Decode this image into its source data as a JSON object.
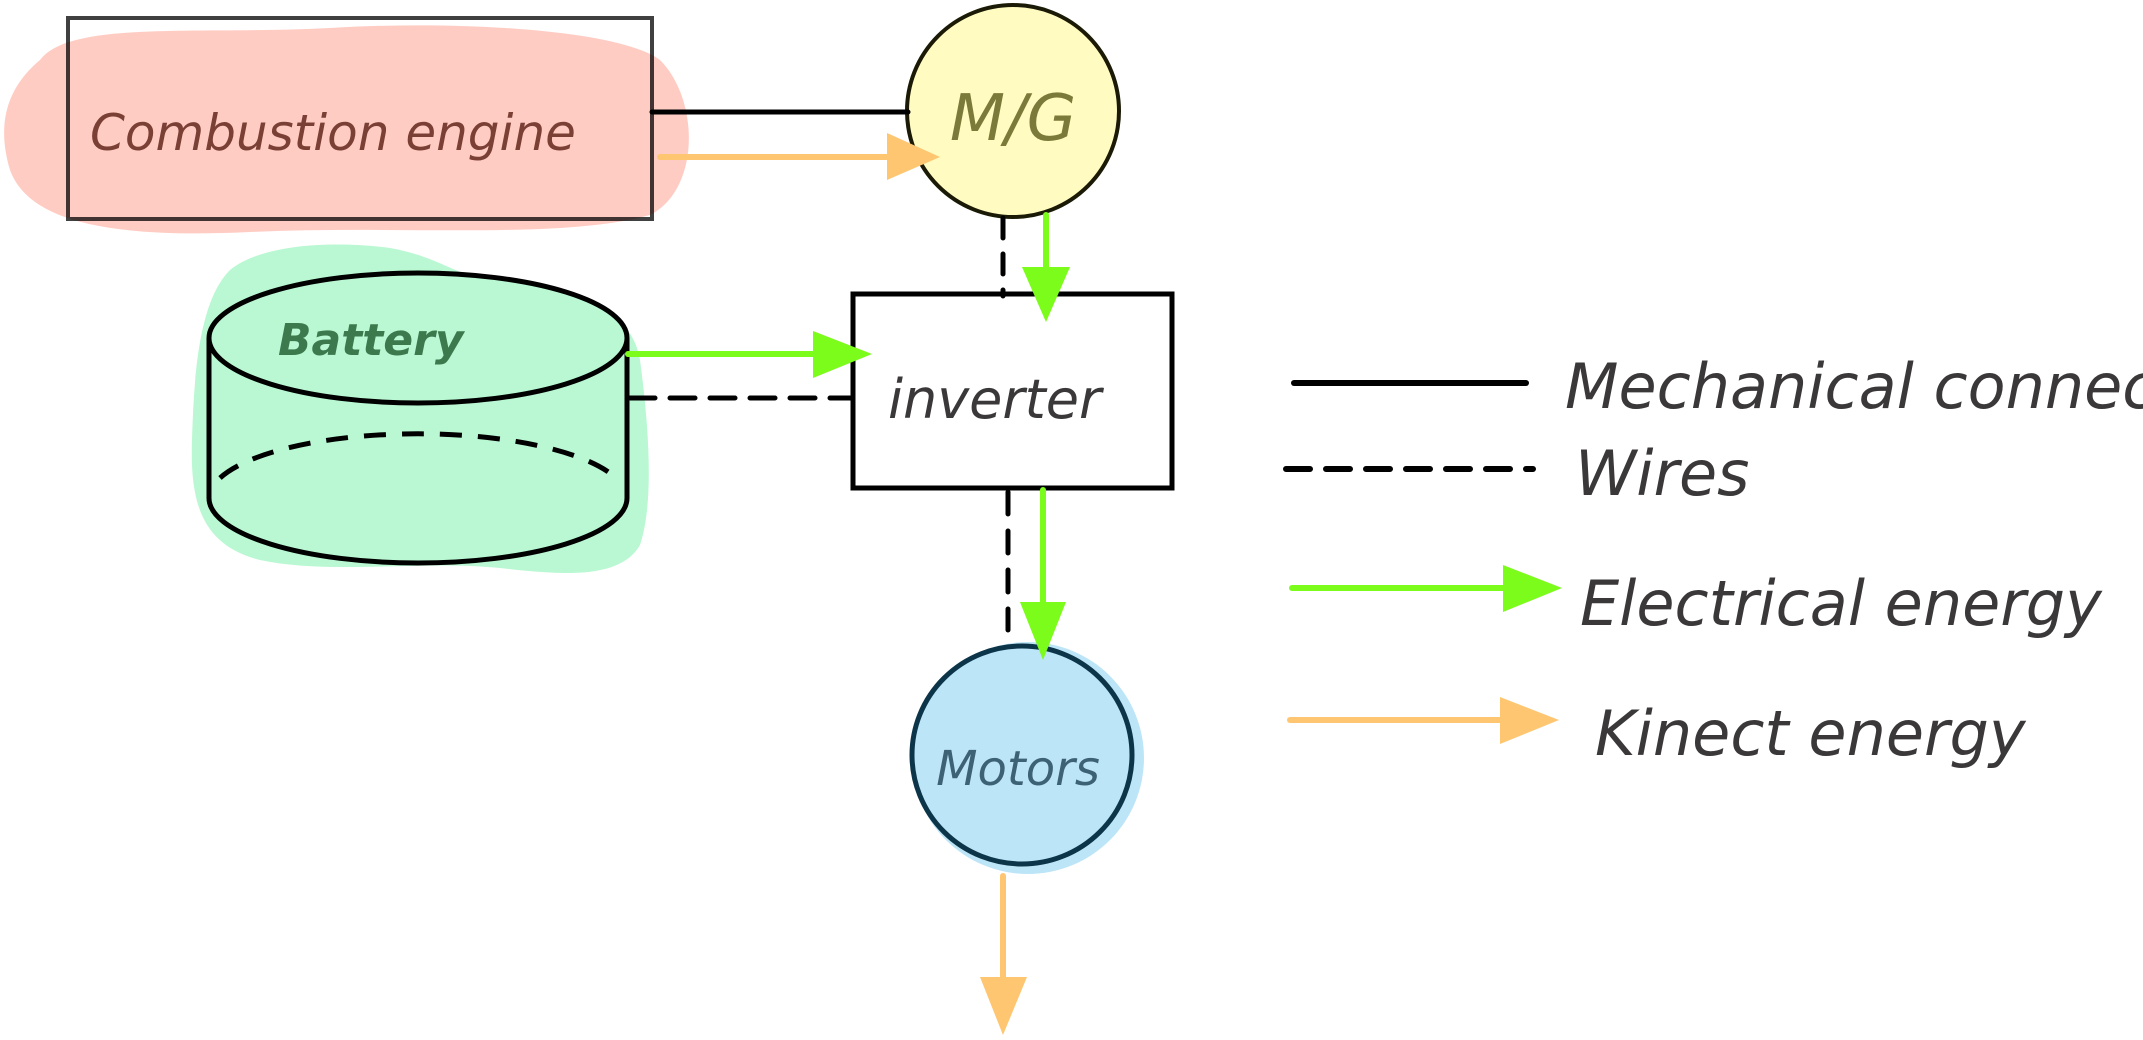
{
  "diagram": {
    "title": "Hybrid powertrain energy flow",
    "nodes": {
      "engine": {
        "label": "Combustion engine",
        "fill": "#ffc9c0",
        "text_color": "#7a4036"
      },
      "motor_generator": {
        "label": "M/G",
        "fill": "#fffbc1",
        "stroke": "#5b5620",
        "text_color": "#7c7a3a"
      },
      "battery": {
        "label": "Battery",
        "fill": "#b9f8d2",
        "text_color": "#3c7a4e"
      },
      "inverter": {
        "label": "inverter",
        "fill": "#ffffff",
        "text_color": "#3a3838"
      },
      "motors": {
        "label": "Motors",
        "fill": "#bde5f8",
        "stroke": "#0d3549",
        "text_color": "#3d6175"
      }
    },
    "connections": [
      {
        "from": "engine",
        "to": "motor_generator",
        "type": "mechanical"
      },
      {
        "from": "engine",
        "to": "motor_generator",
        "type": "kinetic"
      },
      {
        "from": "motor_generator",
        "to": "inverter",
        "type": "wire"
      },
      {
        "from": "motor_generator",
        "to": "inverter",
        "type": "electrical"
      },
      {
        "from": "battery",
        "to": "inverter",
        "type": "electrical"
      },
      {
        "from": "battery",
        "to": "inverter",
        "type": "wire"
      },
      {
        "from": "inverter",
        "to": "motors",
        "type": "wire"
      },
      {
        "from": "inverter",
        "to": "motors",
        "type": "electrical"
      },
      {
        "from": "motors",
        "to": "output",
        "type": "kinetic"
      }
    ],
    "legend": [
      {
        "key": "mechanical",
        "label": "Mechanical connection",
        "style": "solid",
        "color": "#000000"
      },
      {
        "key": "wire",
        "label": "Wires",
        "style": "dashed",
        "color": "#000000"
      },
      {
        "key": "electrical",
        "label": "Electrical energy",
        "style": "arrow",
        "color": "#7cfc1a"
      },
      {
        "key": "kinetic",
        "label": "Kinect energy",
        "style": "arrow",
        "color": "#ffc672"
      }
    ],
    "colors": {
      "electrical": "#7cfc1a",
      "kinetic": "#ffc672",
      "line": "#000000"
    }
  }
}
